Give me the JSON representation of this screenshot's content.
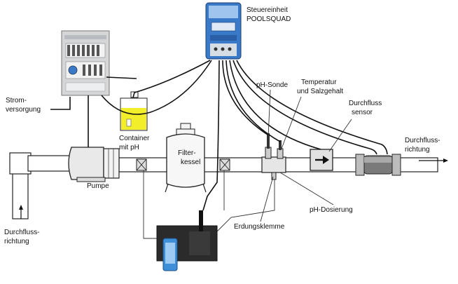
{
  "labels": {
    "controller": [
      "Steuereinheit",
      "POOLSQUAD"
    ],
    "power": [
      "Strom-",
      "versorgung"
    ],
    "container": [
      "Container",
      "mit pH"
    ],
    "filter": [
      "Filter-",
      "kessel"
    ],
    "pump": "Pumpe",
    "flow_in": [
      "Durchfluss-",
      "richtung"
    ],
    "flow_out": [
      "Durchfluss-",
      "richtung"
    ],
    "ph_probe": "pH-Sonde",
    "temperature": [
      "Temperatur",
      "und Salzgehalt"
    ],
    "flow_sensor": [
      "Durchfluss",
      "sensor"
    ],
    "ph_dosing": "pH-Dosierung",
    "grounding": "Erdungsklemme"
  },
  "colors": {
    "controller_blue": "#3a78c8",
    "container_fill": "#f2ee2a",
    "dosing_blue": "#3f8fd8",
    "panel_grey": "#d4d6d8"
  }
}
